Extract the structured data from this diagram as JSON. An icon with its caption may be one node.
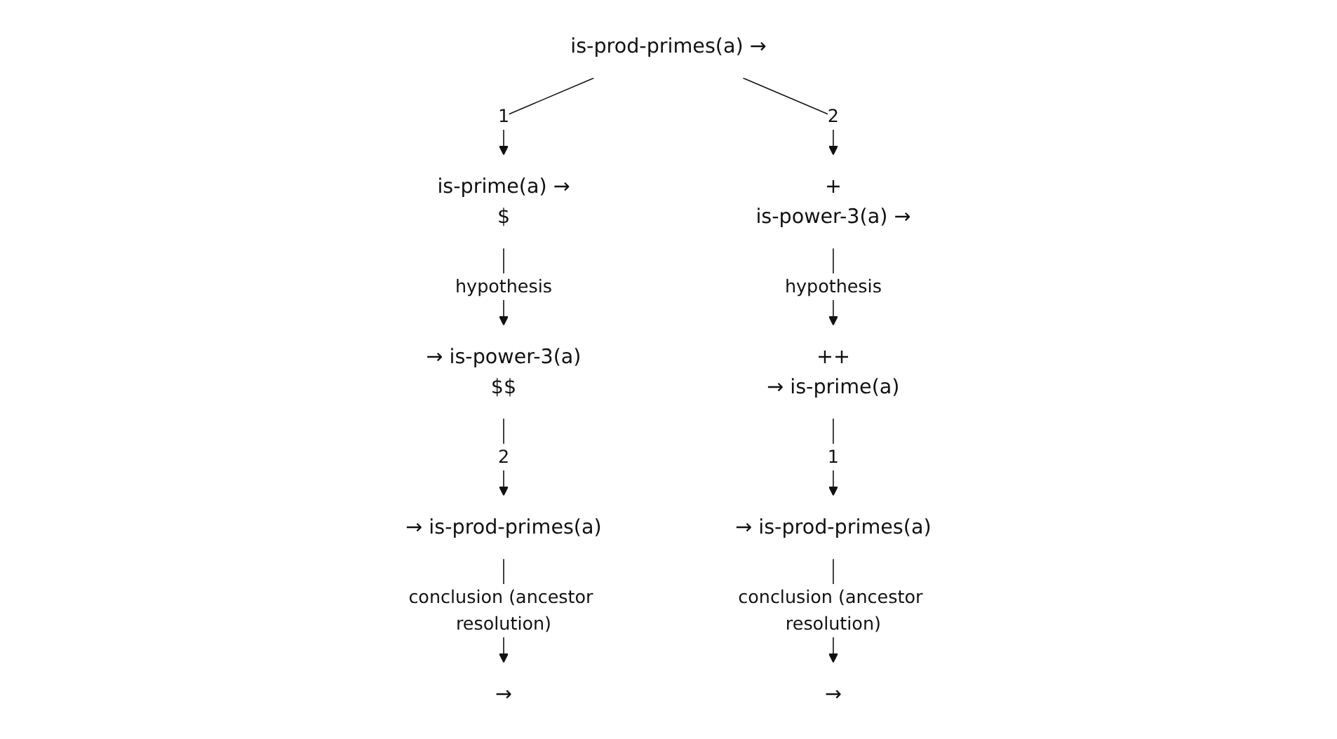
{
  "diagram": {
    "nodes": [
      {
        "text": [
          "is-prod-primes(a) →"
        ]
      },
      {
        "text": [
          "is-prime(a) →",
          "$"
        ]
      },
      {
        "text": [
          "+",
          "is-power-3(a) →"
        ]
      },
      {
        "text": [
          "→ is-power-3(a)",
          "$$"
        ]
      },
      {
        "text": [
          "++",
          "→ is-prime(a)"
        ]
      },
      {
        "text": [
          "→ is-prod-primes(a)"
        ]
      },
      {
        "text": [
          "→ is-prod-primes(a)"
        ]
      },
      {
        "text": [
          "→"
        ]
      },
      {
        "text": [
          "→"
        ]
      }
    ],
    "edges": [
      {
        "from": 0,
        "to": 1,
        "arrow": "to",
        "label": "1"
      },
      {
        "from": 0,
        "to": 2,
        "arrow": "to",
        "label": "2"
      },
      {
        "from": 1,
        "to": 3,
        "arrow": "to",
        "label": "hypothesis"
      },
      {
        "from": 3,
        "to": 5,
        "arrow": "to",
        "label": "2"
      },
      {
        "from": 5,
        "to": 7,
        "arrow": "to",
        "label": "conclusion (ancestor resolution)"
      },
      {
        "from": 2,
        "to": 4,
        "arrow": "to",
        "label": "hypothesis"
      },
      {
        "from": 4,
        "to": 6,
        "arrow": "to",
        "label": "1"
      },
      {
        "from": 6,
        "to": 8,
        "arrow": "to",
        "label": "conclusion (ancestor resolution)"
      }
    ]
  }
}
